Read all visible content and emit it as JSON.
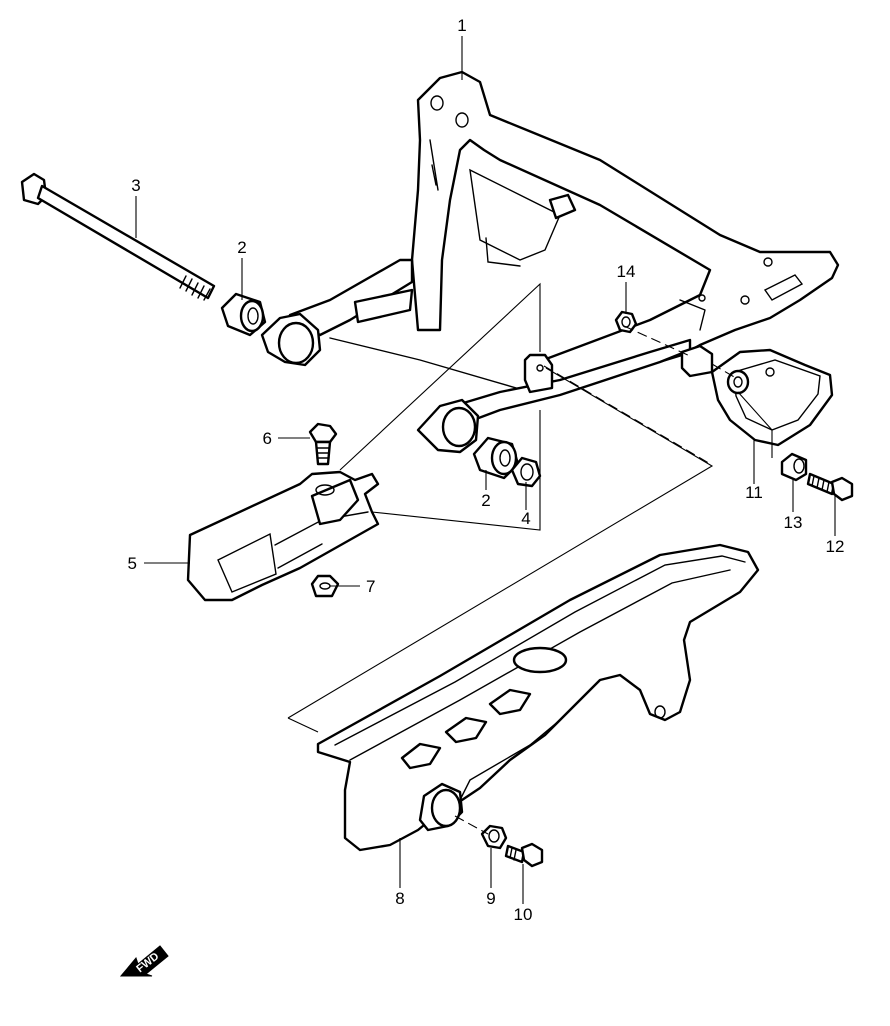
{
  "callouts": [
    {
      "id": "swingarm",
      "number": "1"
    },
    {
      "id": "bushing-upper",
      "number": "2"
    },
    {
      "id": "pivot-bolt",
      "number": "3"
    },
    {
      "id": "nut-pivot",
      "number": "4"
    },
    {
      "id": "chain-buffer",
      "number": "5"
    },
    {
      "id": "bolt-buffer",
      "number": "6"
    },
    {
      "id": "nut-buffer",
      "number": "7"
    },
    {
      "id": "chain-case",
      "number": "8"
    },
    {
      "id": "washer-case",
      "number": "9"
    },
    {
      "id": "bolt-case",
      "number": "10"
    },
    {
      "id": "chain-guide",
      "number": "11"
    },
    {
      "id": "bolt-guide",
      "number": "12"
    },
    {
      "id": "spacer-guide",
      "number": "13"
    },
    {
      "id": "nut-guide",
      "number": "14"
    },
    {
      "id": "bushing-lower",
      "number": "2"
    }
  ],
  "fwd_indicator": {
    "label": "FWD",
    "icon": "forward-arrow-icon"
  },
  "colors": {
    "line": "#000000",
    "background": "#ffffff"
  }
}
